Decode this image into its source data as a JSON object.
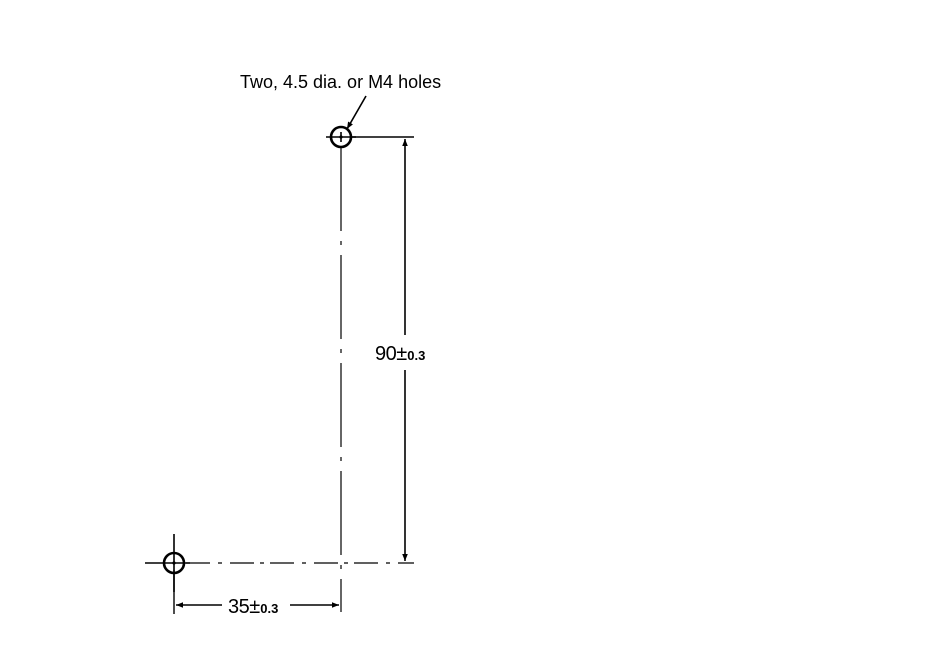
{
  "callout": {
    "text": "Two, 4.5 dia. or M4 holes"
  },
  "dimensions": {
    "vertical": {
      "value": "90",
      "plus_minus": "±",
      "tolerance": "0.3"
    },
    "horizontal": {
      "value": "35",
      "plus_minus": "±",
      "tolerance": "0.3"
    }
  }
}
